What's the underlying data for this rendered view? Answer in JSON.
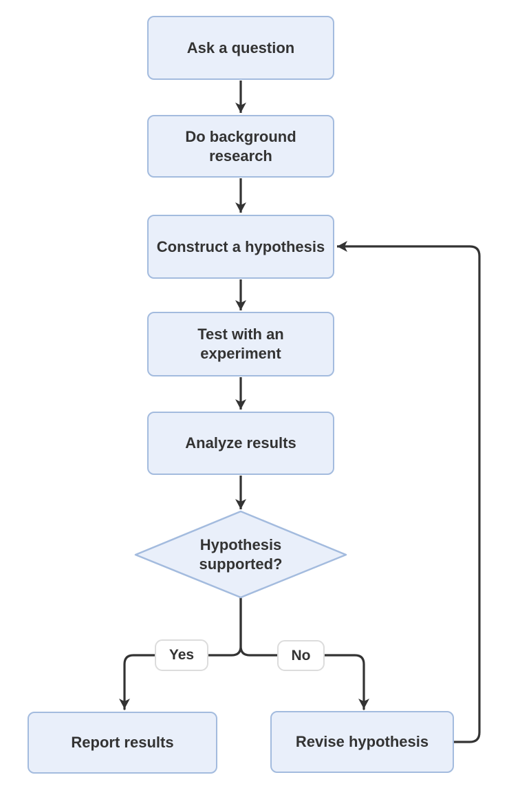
{
  "flowchart": {
    "nodes": {
      "ask_question": {
        "label": "Ask a question"
      },
      "background_research": {
        "label": "Do background research"
      },
      "construct_hypothesis": {
        "label": "Construct a hypothesis"
      },
      "test_experiment": {
        "label": "Test with an experiment"
      },
      "analyze_results": {
        "label": "Analyze results"
      },
      "hypothesis_supported": {
        "label": "Hypothesis supported?"
      },
      "report_results": {
        "label": "Report results"
      },
      "revise_hypothesis": {
        "label": "Revise hypothesis"
      }
    },
    "branches": {
      "yes": "Yes",
      "no": "No"
    },
    "colors": {
      "node_fill": "#e9effa",
      "node_border": "#a3bbde",
      "connector": "#333333",
      "text": "#333333",
      "branch_label_fill": "#ffffff",
      "branch_label_border": "#dcdcdc"
    }
  }
}
